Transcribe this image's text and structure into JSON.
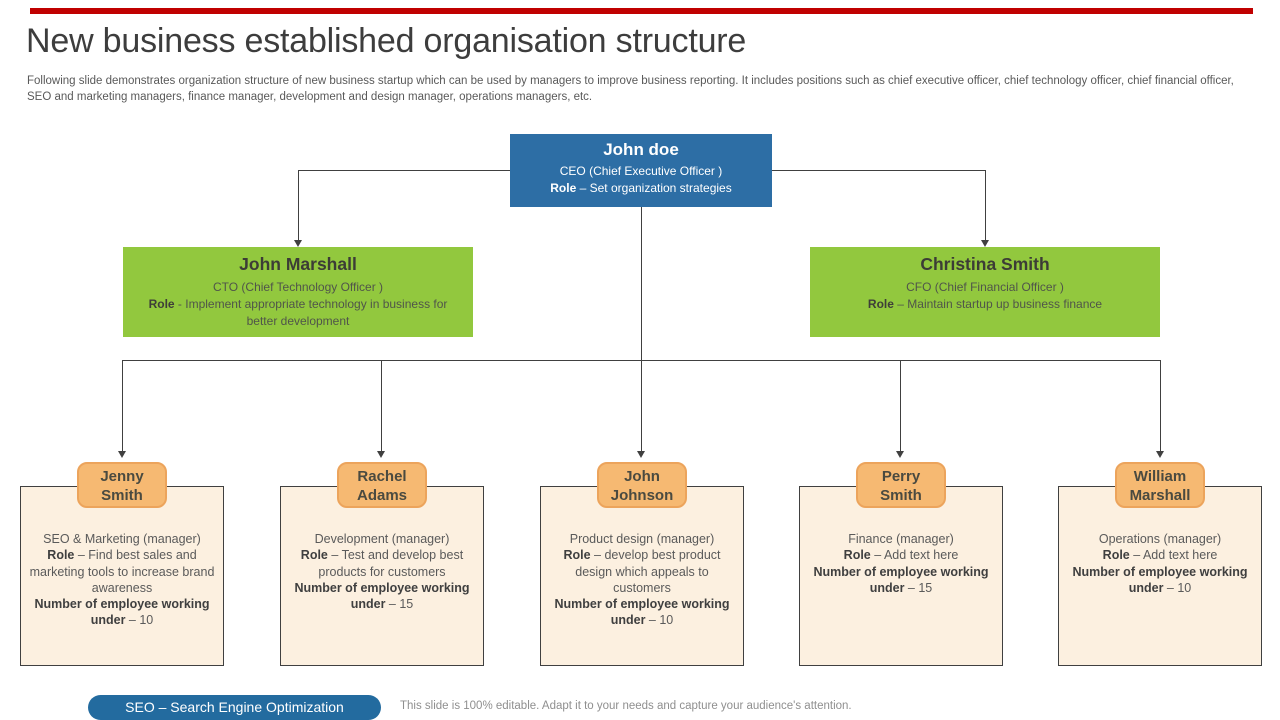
{
  "slide": {
    "title": "New business established organisation structure",
    "description": "Following slide demonstrates organization structure of new business startup which can be used by managers to improve business reporting. It includes positions such as chief executive officer, chief technology officer, chief financial officer, SEO and marketing managers, finance manager, development and design manager, operations managers, etc.",
    "colors": {
      "accent_red": "#c00000",
      "ceo_blue": "#2d6ea5",
      "exec_green": "#92c83e",
      "tab_orange": "#f6b972",
      "card_cream": "#fcf0e0",
      "line_gray": "#404040"
    }
  },
  "ceo": {
    "name": "John doe",
    "position": "CEO (Chief Executive Officer )",
    "role_label": "Role",
    "role_text": " – Set organization strategies"
  },
  "executives": [
    {
      "name": "John Marshall",
      "position": "CTO (Chief Technology Officer )",
      "role_label": "Role",
      "role_text": " -  Implement appropriate technology in business for better development"
    },
    {
      "name": "Christina Smith",
      "position": "CFO (Chief Financial Officer )",
      "role_label": "Role",
      "role_text": " – Maintain startup up business finance"
    }
  ],
  "managers": [
    {
      "first": "Jenny",
      "last": "Smith",
      "dept": "SEO & Marketing (manager)",
      "role_label": "Role",
      "role_text": " – Find best sales and marketing tools to increase brand awareness",
      "count_label": "Number of employee working under",
      "count_value": " – 10"
    },
    {
      "first": "Rachel",
      "last": "Adams",
      "dept": "Development (manager)",
      "role_label": "Role",
      "role_text": " – Test and develop best products for customers",
      "count_label": "Number of employee working under",
      "count_value": " – 15"
    },
    {
      "first": "John",
      "last": "Johnson",
      "dept": "Product design (manager)",
      "role_label": "Role",
      "role_text": " – develop best product design which appeals to customers",
      "count_label": "Number of employee working under",
      "count_value": " – 10"
    },
    {
      "first": "Perry",
      "last": "Smith",
      "dept": "Finance (manager)",
      "role_label": "Role",
      "role_text": " – Add text here",
      "count_label": "Number of employee working under",
      "count_value": " – 15"
    },
    {
      "first": "William",
      "last": "Marshall",
      "dept": "Operations (manager)",
      "role_label": "Role",
      "role_text": " – Add text here",
      "count_label": "Number of employee working under",
      "count_value": " – 10"
    }
  ],
  "footer": {
    "badge": "SEO – Search Engine Optimization",
    "note": "This slide is 100% editable. Adapt it to your needs and capture your audience's attention."
  }
}
